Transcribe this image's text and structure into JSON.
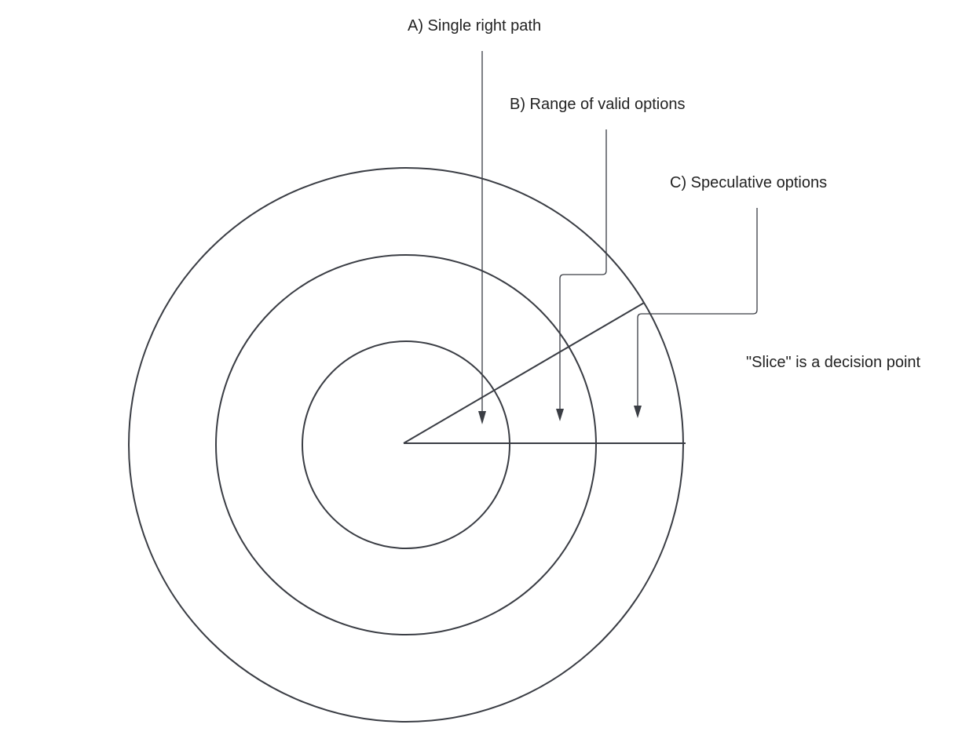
{
  "labels": {
    "a": "A) Single right path",
    "b": "B) Range of valid options",
    "c": "C) Speculative options",
    "slice_note": "\"Slice\" is a decision point"
  },
  "colors": {
    "stroke": "#3a3d44",
    "text": "#222222",
    "background": "#ffffff"
  }
}
